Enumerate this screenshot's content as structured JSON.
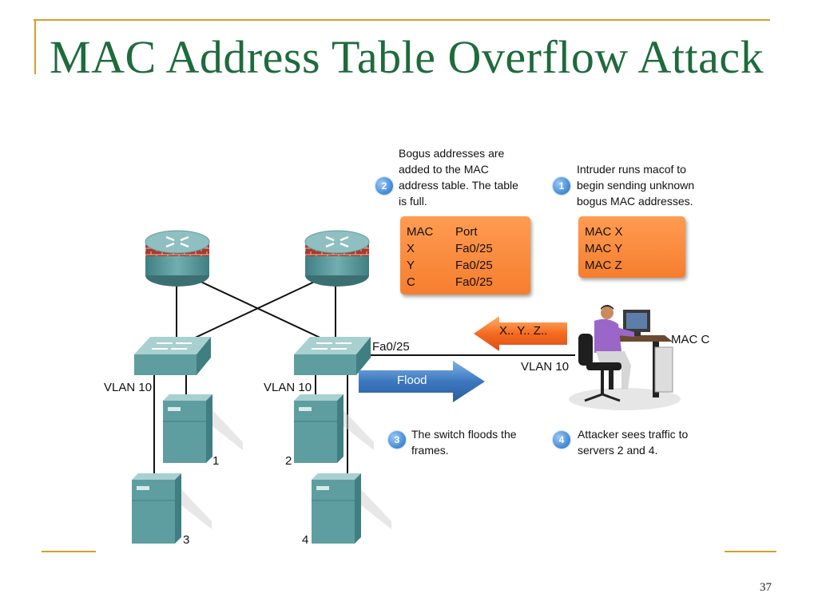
{
  "title": "MAC Address Table Overflow Attack",
  "page_number": "37",
  "colors": {
    "title": "#1e6b3c",
    "rule": "#d4a02a",
    "callout": "#f67e2e",
    "flood": "#3c78bf",
    "device": "#5f9ea0"
  },
  "step_badges": [
    "1",
    "2",
    "3",
    "4"
  ],
  "steps": {
    "step1": {
      "badge": "1",
      "lines": [
        "Intruder runs macof to",
        "begin sending unknown",
        "bogus MAC addresses."
      ]
    },
    "step2": {
      "badge": "2",
      "lines": [
        "Bogus addresses are",
        "added to the MAC",
        "address table. The table",
        "is full."
      ]
    },
    "step3": {
      "badge": "3",
      "lines": [
        "The switch floods the",
        "frames."
      ]
    },
    "step4": {
      "badge": "4",
      "lines": [
        "Attacker sees traffic to",
        "servers 2 and 4."
      ]
    }
  },
  "mac_table": {
    "headers": [
      "MAC",
      "Port"
    ],
    "rows": [
      [
        "X",
        "Fa0/25"
      ],
      [
        "Y",
        "Fa0/25"
      ],
      [
        "C",
        "Fa0/25"
      ]
    ]
  },
  "intruder_macs": [
    "MAC X",
    "MAC Y",
    "MAC Z"
  ],
  "arrows": {
    "bogus": "X.. Y.. Z..",
    "flood": "Flood"
  },
  "labels": {
    "port": "Fa0/25",
    "vlan_left": "VLAN 10",
    "vlan_mid": "VLAN 10",
    "vlan_attacker": "VLAN 10",
    "attacker_mac": "MAC C"
  },
  "servers": [
    "1",
    "2",
    "3",
    "4"
  ],
  "icons": [
    "router-icon",
    "switch-icon",
    "server-icon",
    "attacker-workstation-icon",
    "arrow-left-icon",
    "arrow-right-icon"
  ]
}
